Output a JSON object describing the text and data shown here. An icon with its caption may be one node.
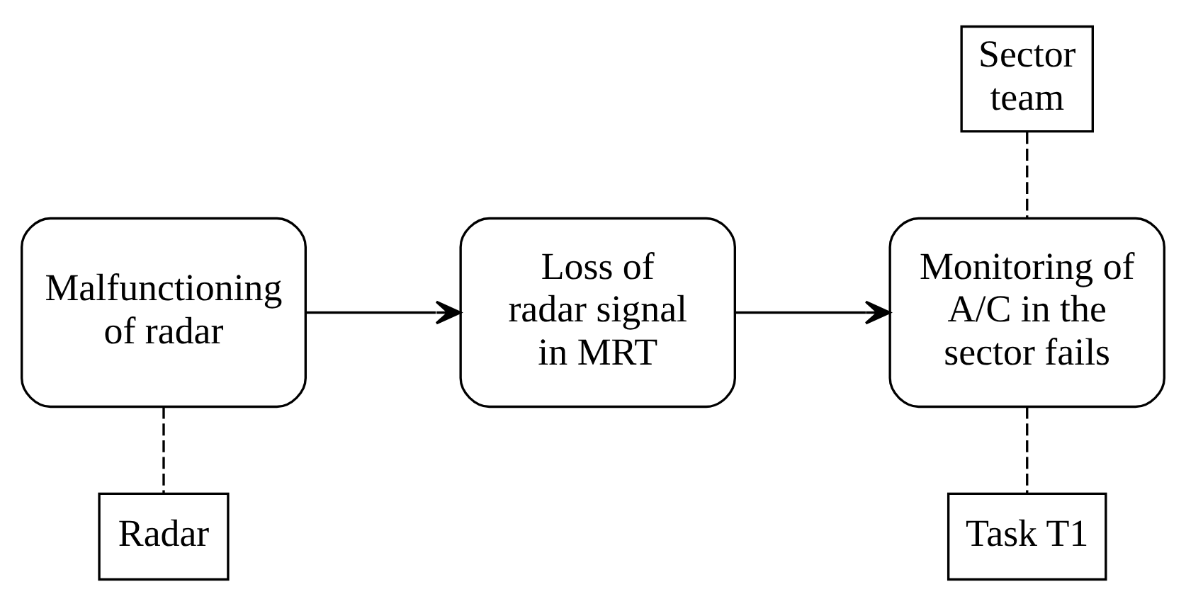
{
  "diagram": {
    "nodes": [
      {
        "text": [
          "Sector team"
        ]
      },
      {
        "text": [
          "Malfunctioning of radar"
        ]
      },
      {
        "text": [
          "Loss of radar signal in MRT"
        ]
      },
      {
        "text": [
          "Monitoring of A/C in the sector fails"
        ]
      },
      {
        "text": [
          "Radar"
        ]
      },
      {
        "text": [
          "Task T1"
        ]
      }
    ],
    "edges": [
      {
        "from": 1,
        "to": 2,
        "arrow": "to"
      },
      {
        "from": 2,
        "to": 3,
        "arrow": "to"
      },
      {
        "from": 0,
        "to": 3,
        "arrow": "none",
        "style": "dashed"
      },
      {
        "from": 1,
        "to": 4,
        "arrow": "none",
        "style": "dashed"
      },
      {
        "from": 3,
        "to": 5,
        "arrow": "none",
        "style": "dashed"
      }
    ]
  }
}
